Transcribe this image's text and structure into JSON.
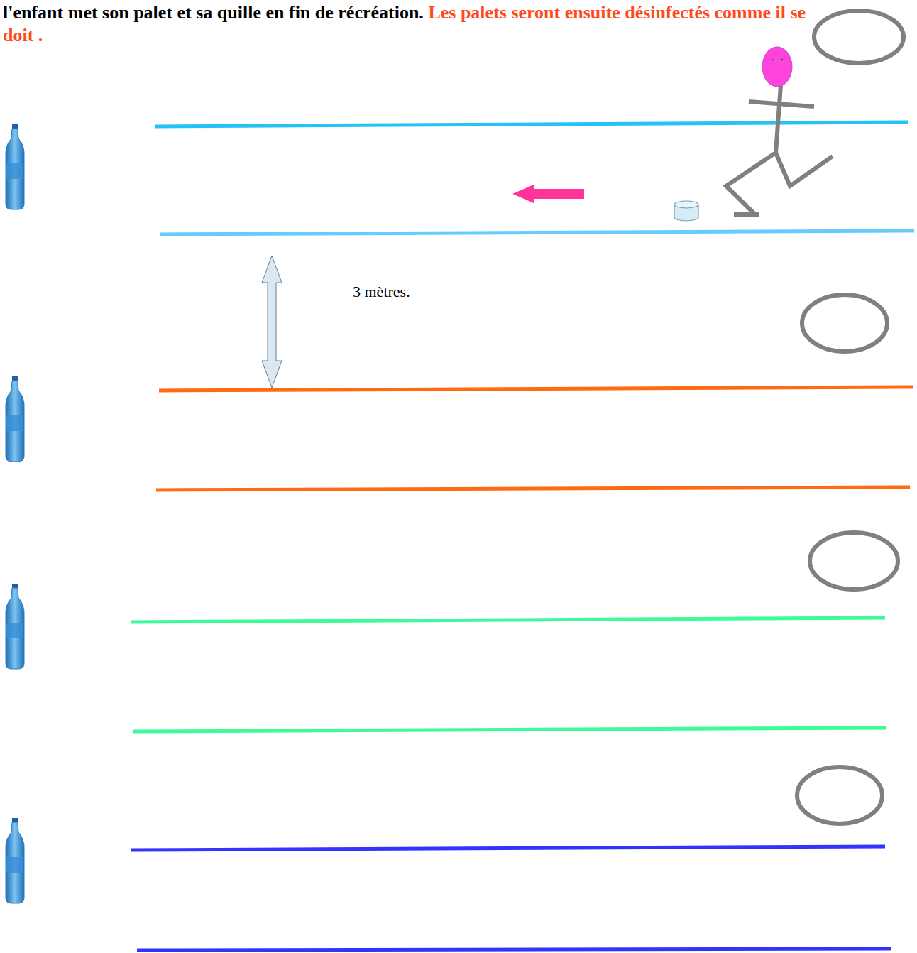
{
  "diagram": {
    "labels": [
      "l'enfant met son palet et sa quille en fin de récréation.",
      "Les palets seront ensuite désinfectés comme il se doit .",
      "3 mètres."
    ]
  }
}
